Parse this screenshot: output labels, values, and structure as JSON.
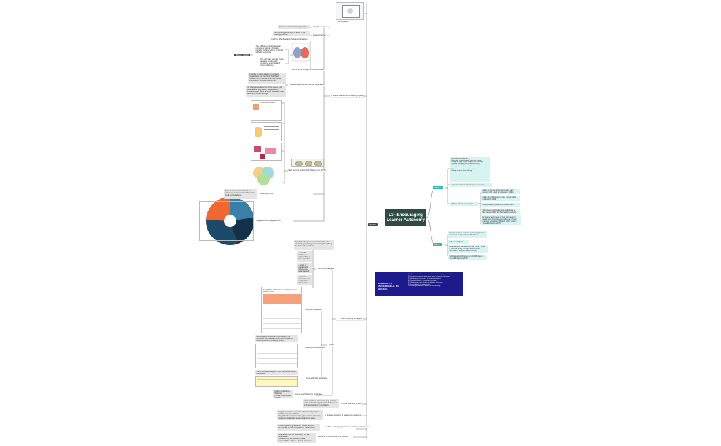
{
  "central": {
    "title": "L3- Encouraging Learner Autonomy"
  },
  "start": {
    "label": "START"
  },
  "what": {
    "tag": "WHAT?",
    "ideas_box": "Ideas of learner autonomy ...\nBeing able to take charge of one's own learning\nHaving the ability to take charge of one's learning\nPlanning, monitoring and evaluating learning\nTaking responsibility for setting goals and selecting materials\nBeing aware of one's strengths and weaknesses\nMaking decisions about learning",
    "characteristics": "10 characteristics of autonomous learners",
    "question": "What is learner autonomy?",
    "answers": [
      "Ability to choose what and how to learn (Holec, 1981, cited in Littlewood, 1996).",
      "Ability and willingness to take responsibility (Littlewood, 1996).",
      "Setting learning goals and how to learn.",
      "Willingness, motivation and confidence to take responsibility for their learning actively.",
      "L2 learner awareness of their own learning needs and strategies and make use of them (Intrinsic motivation) (Bullock, 2011; cited in Tomak & Jacobs, 2015)"
    ]
  },
  "why": {
    "tag": "WHY?",
    "items": [
      "Need to prepare learners for learning in order to become independent in the future.",
      "Educational goal",
      "Help learners succeed (Dörnyei, 1998; Tomak & Jacobs, 2015) through more intrinsic motivation, self-perception of ability",
      "Self-regulation (Zimmerman, 1998, cited in Tomak & Jacobs, 2015)"
    ]
  },
  "summary": {
    "title": "SUMMARY: TO ENCOURAGE LA, WE SHOULD...",
    "body": "1. Help learners to become aware of their learning styles, strategies\n2. Encourage use of an appropriate range of learning strategies\n3. Offer learners choice, e.g. in assessment tasks\n4. Engage students in classroom decisions\n5. Offer learning opportunities outside the classroom\n6. Give feedback on performance\n7. Encourage students to reflect on their learning"
  },
  "branch1": {
    "label": "1. Raise awareness of learning styles",
    "top_label": "Descriptions",
    "cognitive_styles": "Cognitive styles",
    "cognitive_desc": "Your own mind and act in general",
    "learning_styles": "Learning styles",
    "learning_desc": "How your cognitive style is acted in the learning process",
    "brain_note": "Involving affective and physiological factors",
    "brain_caption": "Left-Brain and Right-Brain Dominance",
    "brain_tag": "(Brown, 2014)",
    "brain_left": "The left brain controls language processing logical information, good for verbal encoding (analytic) skills for sequential...",
    "brain_right": "The right brain controls visual language functions the processing emotional and holistic attributes...",
    "field": "Field Independence vs Field dependence",
    "fi": "FI: Ability to notice details in a context. Independent and confident. Analytical, rational. Not concerned much with social environment. European, American",
    "fd": "FD: Ability to visualize the whole picture and general ideas (e.g. faces). Dependent on outside support. Good at social interaction and sensitive to others' feelings.",
    "vak": "VAK learning styles/Kolb (Ibarra et al., 1976)",
    "multi_note": "These learners prefer to read and write, learn information best by reading books and handouts...",
    "multi_label": "Meaningful Use",
    "suggested": "Suggested learning activities",
    "panel_small": "Personal notes for learners"
  },
  "branch2": {
    "label": "2. Teach learning strategies",
    "ls": "Learning strategies",
    "ls_def": "Specific techniques we use for learning. An important part of language learning. Everything the learner does to learn.",
    "ls_items": [
      "A specific method of approaching a task or problem",
      "A mode of operation for achieving a particular end",
      "A plan for controlling and manipulating information"
    ],
    "types": "Types",
    "cog": "Cognitive strategies",
    "cog_title": "Cognitive strategies => to process information",
    "meta": "Metacognitive strategies",
    "meta_text": "Metacognitive strategies are those learning strategies that manage, direct and regulate the learning process (Anderson, 2002)",
    "socio": "Socio-affective strategies",
    "socio_text": "Socio-affective strategies => to build relationships with others",
    "how": "How to teach learning strategies",
    "how_text": "Explicit explanations\nModelling\nProvide opportunities to apply"
  },
  "branch3": {
    "label": "3. Offer learners choice",
    "text": "Various options for learning (e.g. learning tasks and materials) Choices of what to do and personal learning contracts"
  },
  "branch4": {
    "label": "4. Engage students in classroom decisions",
    "text": "Engage students in decisions about learning topics and assessment activities.\nNegotiate the assessment (to give learners autonomy) assessment tasks for assessing learning tasks."
  },
  "branch5": {
    "label": "5. Offer learning opportunities outside the classroom",
    "text": "Providing learning resources. Create learning community (friends and peers for the learning)"
  },
  "branch6": {
    "label": "Redefine their own role and identity",
    "text": "Teachers should be facilitators, and the coordinators.\nStudents may be reluctant to take responsibility at first in a formal classroom."
  },
  "colors": {
    "central": "#2e4a45",
    "teal": "#2fb5a8",
    "summary": "#1d1b8c",
    "box": "#e4e4e4"
  }
}
